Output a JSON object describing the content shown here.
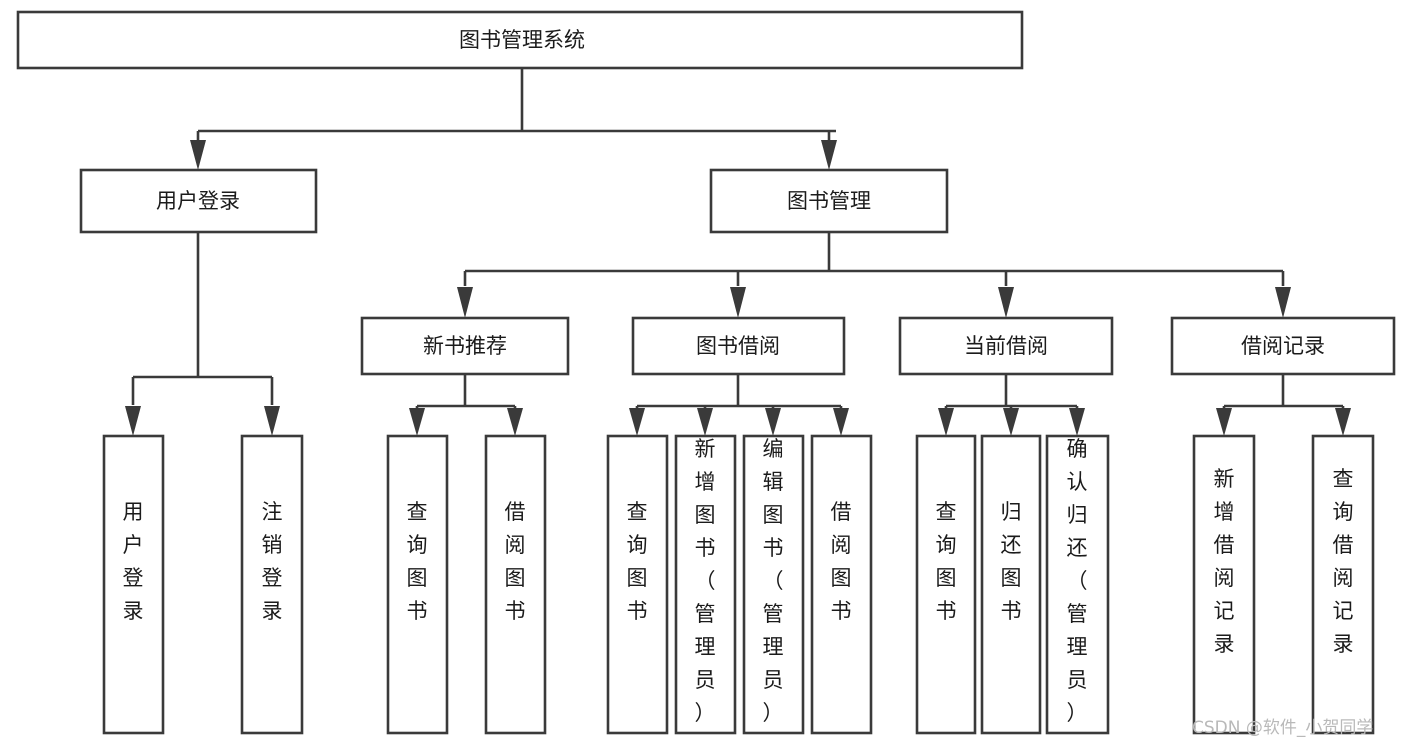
{
  "diagram": {
    "title": "图书管理系统",
    "type": "tree-hierarchy-chart",
    "watermark": "CSDN @软件_小贺同学",
    "nodes": {
      "root": {
        "label": "图书管理系统",
        "orientation": "horizontal"
      },
      "level2": [
        {
          "id": "user-login",
          "label": "用户登录",
          "orientation": "horizontal"
        },
        {
          "id": "book-management",
          "label": "图书管理",
          "orientation": "horizontal"
        }
      ],
      "level3": [
        {
          "id": "new-book-recommend",
          "label": "新书推荐",
          "orientation": "horizontal"
        },
        {
          "id": "book-borrow",
          "label": "图书借阅",
          "orientation": "horizontal"
        },
        {
          "id": "current-borrow",
          "label": "当前借阅",
          "orientation": "horizontal"
        },
        {
          "id": "borrow-record",
          "label": "借阅记录",
          "orientation": "horizontal"
        }
      ],
      "leaves": [
        {
          "id": "leaf-user-login",
          "label": "用户登录",
          "parent": "user-login",
          "orientation": "vertical"
        },
        {
          "id": "leaf-user-logout",
          "label": "注销登录",
          "parent": "user-login",
          "orientation": "vertical"
        },
        {
          "id": "leaf-query-book-1",
          "label": "查询图书",
          "parent": "new-book-recommend",
          "orientation": "vertical"
        },
        {
          "id": "leaf-borrow-book-1",
          "label": "借阅图书",
          "parent": "new-book-recommend",
          "orientation": "vertical"
        },
        {
          "id": "leaf-query-book-2",
          "label": "查询图书",
          "parent": "book-borrow",
          "orientation": "vertical"
        },
        {
          "id": "leaf-add-book",
          "label": "新增图书（管理员）",
          "parent": "book-borrow",
          "orientation": "vertical"
        },
        {
          "id": "leaf-edit-book",
          "label": "编辑图书（管理员）",
          "parent": "book-borrow",
          "orientation": "vertical"
        },
        {
          "id": "leaf-borrow-book-2",
          "label": "借阅图书",
          "parent": "book-borrow",
          "orientation": "vertical"
        },
        {
          "id": "leaf-query-book-3",
          "label": "查询图书",
          "parent": "current-borrow",
          "orientation": "vertical"
        },
        {
          "id": "leaf-return-book",
          "label": "归还图书",
          "parent": "current-borrow",
          "orientation": "vertical"
        },
        {
          "id": "leaf-confirm-return",
          "label": "确认归还（管理员）",
          "parent": "current-borrow",
          "orientation": "vertical"
        },
        {
          "id": "leaf-add-record",
          "label": "新增借阅记录",
          "parent": "borrow-record",
          "orientation": "vertical"
        },
        {
          "id": "leaf-query-record",
          "label": "查询借阅记录",
          "parent": "borrow-record",
          "orientation": "vertical"
        }
      ]
    },
    "colors": {
      "box_stroke": "#3a3a3a",
      "box_fill": "#ffffff",
      "text": "#1b1b1b",
      "connector": "#3a3a3a",
      "watermark": "#b9b9b9",
      "background": "#ffffff"
    }
  }
}
